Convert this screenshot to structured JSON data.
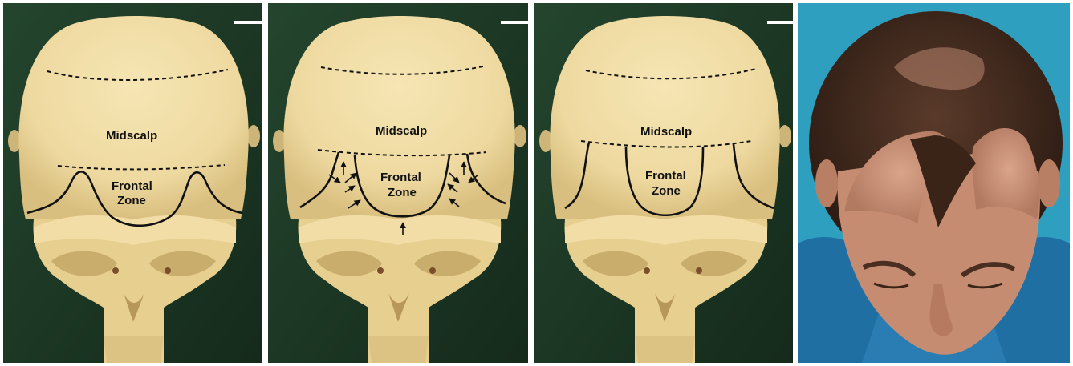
{
  "figure": {
    "background_color": "#ffffff",
    "skull_color": "#eed9a0",
    "backdrop_color": "#1d3a26",
    "line_color": "#111111",
    "photo_backdrop_color": "#2f9fc0",
    "panels": [
      {
        "midscalp_label": "Midscalp",
        "frontal_label_line1": "Frontal",
        "frontal_label_line2": "Zone"
      },
      {
        "midscalp_label": "Midscalp",
        "frontal_label_line1": "Frontal",
        "frontal_label_line2": "Zone"
      },
      {
        "midscalp_label": "Midscalp",
        "frontal_label_line1": "Frontal",
        "frontal_label_line2": "Zone"
      }
    ],
    "next_arrow_icon": "right-arrow-icon"
  }
}
